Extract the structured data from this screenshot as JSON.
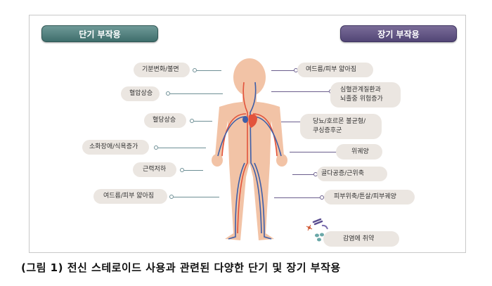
{
  "headers": {
    "short_term": "단기 부작용",
    "long_term": "장기 부작용"
  },
  "short_term_effects": [
    "기분변화/불면",
    "혈압상승",
    "혈당상승",
    "소화장애/식욕증가",
    "근력저하",
    "여드름/피부 얇아짐"
  ],
  "long_term_effects": [
    "여드름/피부 얇아짐",
    "심혈관계질환과",
    "뇌졸중 위험증가",
    "당뇨/호르몬 불균형/",
    "쿠싱증후군",
    "위궤양",
    "골다공증/근위축",
    "피부위축/튼살/피부궤양",
    "감염에 취약"
  ],
  "caption": "(그림 1) 전신 스테로이드 사용과 관련된 다양한 단기 및 장기 부작용",
  "colors": {
    "short_header": "#4f7e7c",
    "long_header": "#635688",
    "pill_bg": "#ebe6e1",
    "body_skin": "#f2c3a6",
    "artery": "#e2533c",
    "vein": "#3d5ea8"
  }
}
